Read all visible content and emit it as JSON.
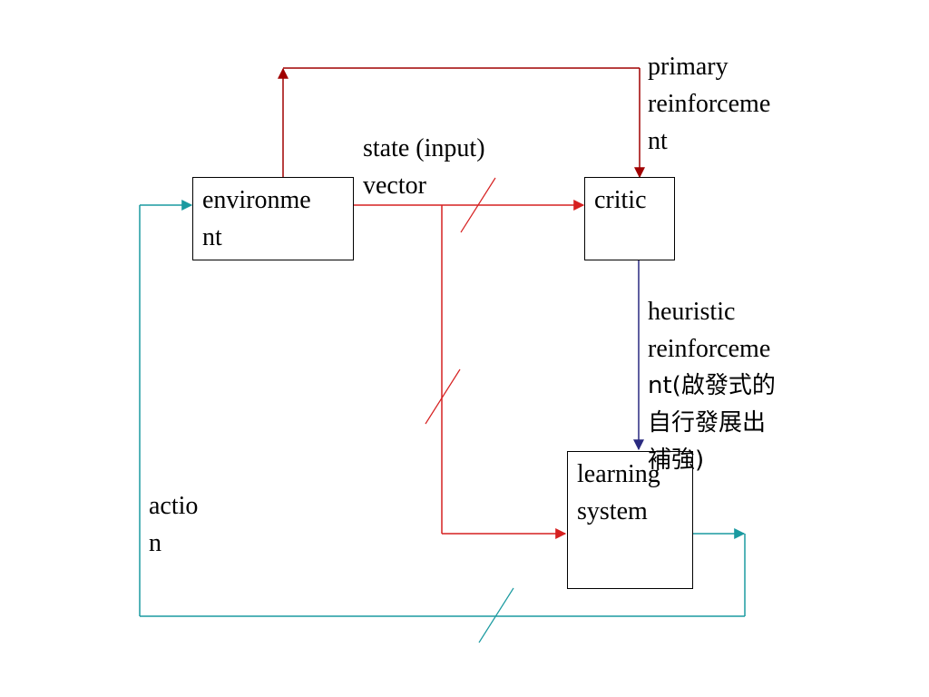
{
  "nodes": {
    "environment": {
      "lines": [
        "environme",
        "nt"
      ]
    },
    "critic": {
      "lines": [
        "critic"
      ]
    },
    "learning_system": {
      "lines": [
        "learning",
        "system"
      ]
    }
  },
  "labels": {
    "primary_reinforcement": [
      "primary",
      "reinforceme",
      "nt"
    ],
    "state_vector": [
      "state (input)",
      "vector"
    ],
    "heuristic_reinforcement": [
      "heuristic",
      "reinforceme",
      "nt(啟發式的",
      "自行發展出",
      "補強)"
    ],
    "action": [
      "actio",
      "n"
    ]
  },
  "colors": {
    "state_path": "#d62020",
    "primary_path": "#a00000",
    "heuristic_path": "#2a2a80",
    "action_path": "#1a9aa0",
    "box_border": "#000000",
    "text": "#000000"
  }
}
